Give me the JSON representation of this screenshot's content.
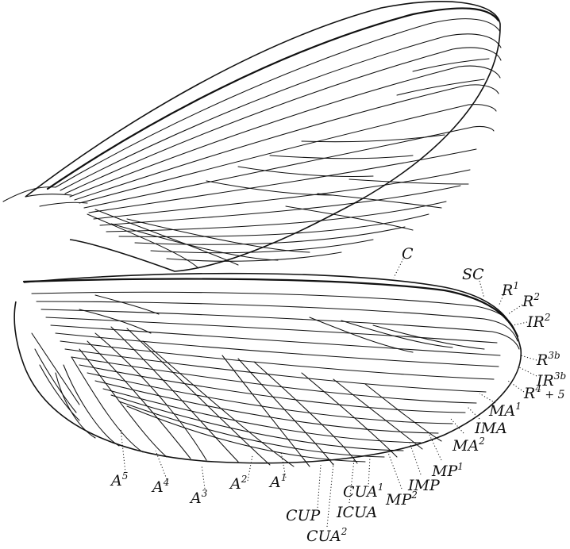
{
  "figure": {
    "upper_wing": "forewing",
    "lower_wing": "hindwing"
  },
  "labels": [
    {
      "id": "C",
      "base": "C",
      "sup": ""
    },
    {
      "id": "SC",
      "base": "SC",
      "sup": ""
    },
    {
      "id": "R1",
      "base": "R",
      "sup": "1"
    },
    {
      "id": "R2",
      "base": "R",
      "sup": "2"
    },
    {
      "id": "IR2",
      "base": "IR",
      "sup": "2"
    },
    {
      "id": "R3b",
      "base": "R",
      "sup": "3b"
    },
    {
      "id": "IR3b",
      "base": "IR",
      "sup": "3b"
    },
    {
      "id": "R4_5",
      "base": "R",
      "sup": "4",
      "suffix": " + 5"
    },
    {
      "id": "MA1",
      "base": "MA",
      "sup": "1"
    },
    {
      "id": "IMA",
      "base": "IMA",
      "sup": ""
    },
    {
      "id": "MA2",
      "base": "MA",
      "sup": "2"
    },
    {
      "id": "MP1",
      "base": "MP",
      "sup": "1"
    },
    {
      "id": "IMP",
      "base": "IMP",
      "sup": ""
    },
    {
      "id": "MP2",
      "base": "MP",
      "sup": "2"
    },
    {
      "id": "CUA1",
      "base": "CUA",
      "sup": "1"
    },
    {
      "id": "ICUA",
      "base": "ICUA",
      "sup": ""
    },
    {
      "id": "CUA2",
      "base": "CUA",
      "sup": "2"
    },
    {
      "id": "CUP",
      "base": "CUP",
      "sup": ""
    },
    {
      "id": "A1",
      "base": "A",
      "sup": "1"
    },
    {
      "id": "A2",
      "base": "A",
      "sup": "2"
    },
    {
      "id": "A3",
      "base": "A",
      "sup": "3"
    },
    {
      "id": "A4",
      "base": "A",
      "sup": "4"
    },
    {
      "id": "A5",
      "base": "A",
      "sup": "5"
    }
  ]
}
